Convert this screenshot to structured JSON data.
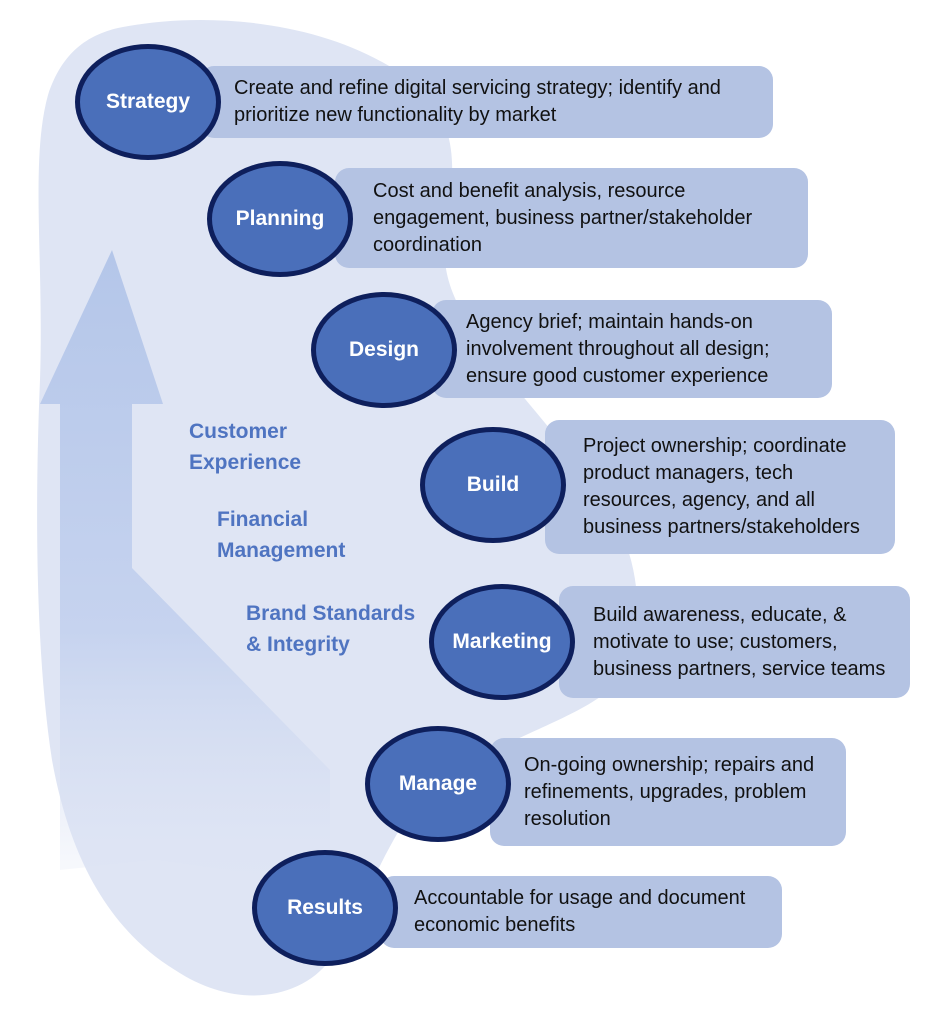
{
  "themes": {
    "customer_experience": "Customer\nExperience",
    "financial_management": "Financial\nManagement",
    "brand_standards": "Brand Standards\n& Integrity"
  },
  "steps": [
    {
      "label": "Strategy",
      "description": "Create and refine digital servicing strategy; identify and prioritize new functionality by market"
    },
    {
      "label": "Planning",
      "description": "Cost and benefit analysis, resource engagement, business partner/stakeholder coordination"
    },
    {
      "label": "Design",
      "description": "Agency brief; maintain hands-on involvement throughout all design; ensure good customer experience"
    },
    {
      "label": "Build",
      "description": "Project ownership; coordinate product managers, tech resources, agency, and all business partners/stakeholders"
    },
    {
      "label": "Marketing",
      "description": "Build awareness, educate, & motivate to use; customers, business partners, service teams"
    },
    {
      "label": "Manage",
      "description": "On-going ownership; repairs and refinements, upgrades, problem resolution"
    },
    {
      "label": "Results",
      "description": "Accountable for usage and document economic benefits"
    }
  ],
  "colors": {
    "circle_fill": "#4a6fba",
    "circle_border": "#0e1f5c",
    "box_fill": "#b4c3e3",
    "blob_fill": "#dfe5f4",
    "theme_text": "#4f74c1"
  }
}
